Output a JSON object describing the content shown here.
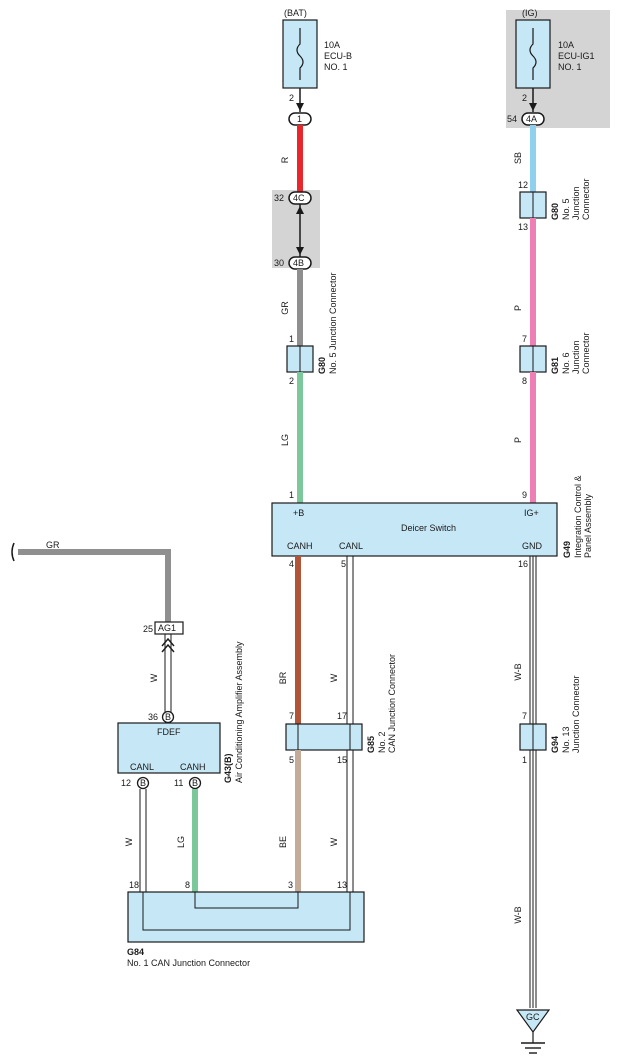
{
  "power": {
    "bat": {
      "source": "(BAT)",
      "amp": "10A",
      "name": "ECU-B",
      "no": "NO. 1",
      "pin": "2"
    },
    "ig": {
      "source": "(IG)",
      "amp": "10A",
      "name": "ECU-IG1",
      "no": "NO. 1",
      "pin": "2"
    }
  },
  "connectors": {
    "bat_1": "1",
    "c4C": {
      "code": "4C",
      "pin": "32"
    },
    "c4B": {
      "code": "4B",
      "pin": "30"
    },
    "c4A": {
      "code": "4A",
      "pin": "54"
    },
    "ag1": {
      "code": "AG1",
      "pin": "25"
    }
  },
  "wires": {
    "r": "R",
    "gr_left": "GR",
    "gr": "GR",
    "lg_top": "LG",
    "sb": "SB",
    "p1": "P",
    "p2": "P",
    "br": "BR",
    "w1": "W",
    "w2": "W",
    "wb1": "W-B",
    "w3": "W",
    "w4": "W",
    "lg_bottom": "LG",
    "be": "BE",
    "wb2": "W-B"
  },
  "jc": {
    "g80_left": {
      "code": "G80",
      "name": "No.  5 Junction Connector",
      "pin_top": "1",
      "pin_bottom": "2"
    },
    "g80_right": {
      "code": "G80",
      "line1": "No.  5",
      "line2": "Junction",
      "line3": "Connector",
      "pin_top": "12",
      "pin_bottom": "13"
    },
    "g81": {
      "code": "G81",
      "line1": "No.  6",
      "line2": "Junction",
      "line3": "Connector",
      "pin_top": "7",
      "pin_bottom": "8"
    },
    "g85": {
      "code": "G85",
      "line1": "No.  2",
      "line2": "CAN Junction Connector",
      "pin_tl": "7",
      "pin_tr": "17",
      "pin_bl": "5",
      "pin_br": "15"
    },
    "g94": {
      "code": "G94",
      "line1": "No.  13",
      "line2": "Junction Connector",
      "pin_top": "7",
      "pin_bottom": "1"
    },
    "g84": {
      "code": "G84",
      "name": "No.   1 CAN Junction Connector",
      "pin_18": "18",
      "pin_8": "8",
      "pin_3": "3",
      "pin_13": "13"
    }
  },
  "deicer": {
    "title": "Deicer Switch",
    "plus_b": "+B",
    "ig_plus": "IG+",
    "canh": "CANH",
    "canl": "CANL",
    "gnd": "GND",
    "pin_1": "1",
    "pin_9": "9",
    "pin_4": "4",
    "pin_5": "5",
    "pin_16": "16",
    "code": "G49",
    "line1": "Integration Control &",
    "line2": "Panel Assembly"
  },
  "ac": {
    "title": "FDEF",
    "canl": "CANL",
    "canh": "CANH",
    "code": "G43(B)",
    "name": "Air Conditioning Amplifier Assembly",
    "pin_36": "36",
    "pin_12": "12",
    "pin_11": "11",
    "conn": "B"
  },
  "ground": {
    "label": "GC"
  },
  "colors": {
    "red": "#e8262b",
    "gray": "#8f8f8f",
    "green": "#7dc89a",
    "blue": "#8fd0ee",
    "pink": "#ee7fb4",
    "brown": "#b0553a",
    "beige": "#c2ab98",
    "box": "#c6e7f5"
  }
}
